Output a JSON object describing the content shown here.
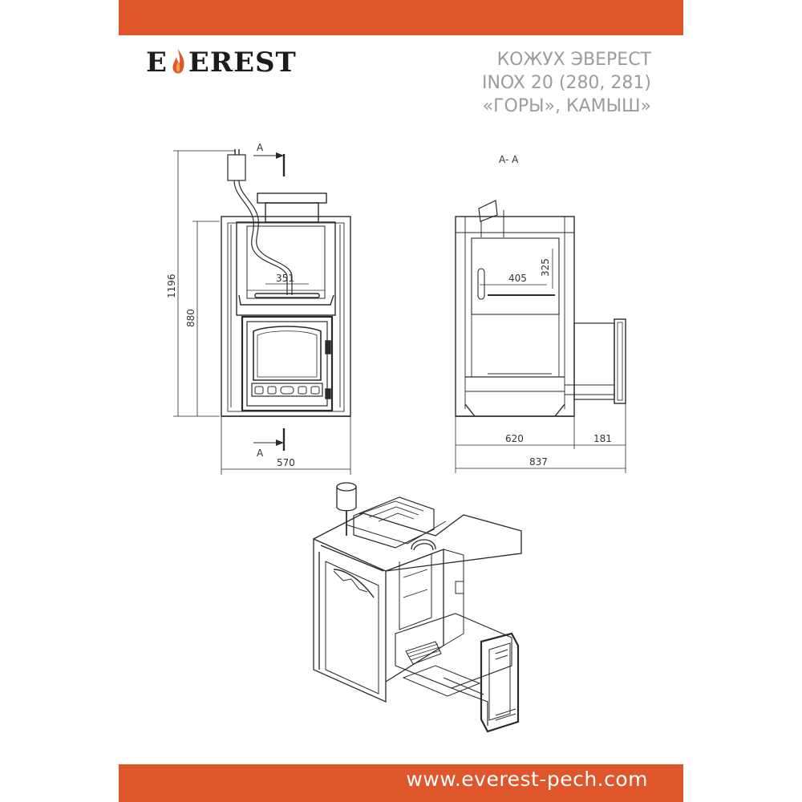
{
  "brand": {
    "logo_text": "EVEREST",
    "accent_color": "#e0562b",
    "ink_color": "#1c1c1c"
  },
  "title": {
    "line1": "КОЖУХ ЭВЕРЕСТ",
    "line2": "INOX 20 (280, 281)",
    "line3": "«ГОРЫ», КАМЫШ»"
  },
  "front_view": {
    "section_mark_top": "A",
    "section_mark_bottom": "A",
    "dim_total_height": "1196",
    "dim_body_height": "880",
    "dim_firebox_width": "351",
    "dim_width": "570"
  },
  "section_view": {
    "label": "A- A",
    "dim_inner_width": "405",
    "dim_inner_height": "325",
    "dim_body_depth": "620",
    "dim_tunnel_length": "181",
    "dim_total_depth": "837"
  },
  "footer": {
    "url": "www.everest-pech.com"
  }
}
